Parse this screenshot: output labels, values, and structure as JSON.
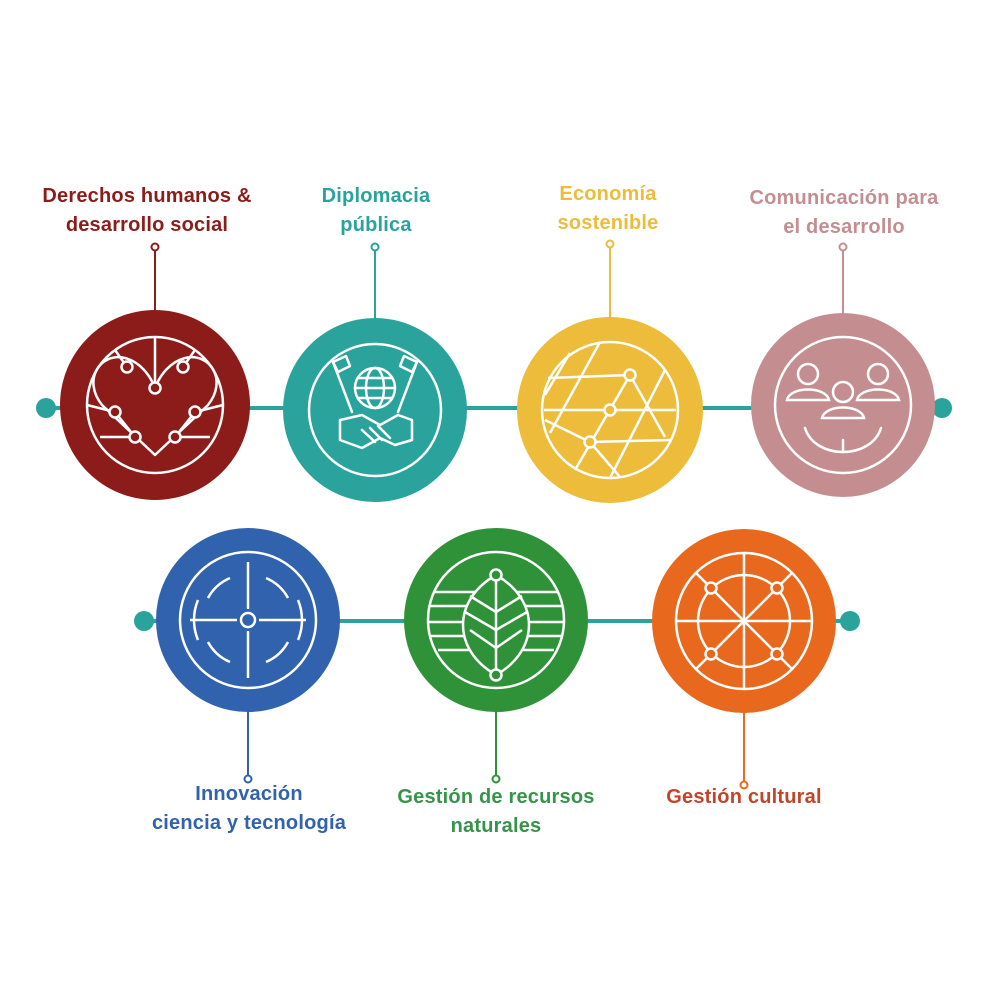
{
  "colors": {
    "connector": "#2aa39c",
    "icon_stroke": "#ffffff"
  },
  "nodes": [
    {
      "id": "derechos-humanos",
      "label_lines": [
        "Derechos humanos &",
        "desarrollo social"
      ],
      "color": "#8c1c1a",
      "label_color": "#8c1c1a",
      "icon": "heart-circuit-icon"
    },
    {
      "id": "diplomacia-publica",
      "label_lines": [
        "Diplomacia",
        "pública"
      ],
      "color": "#2aa39c",
      "label_color": "#2aa39c",
      "icon": "handshake-globe-icon"
    },
    {
      "id": "economia-sostenible",
      "label_lines": [
        "Economía",
        "sostenible"
      ],
      "color": "#ecbc3a",
      "label_color": "#ecbc3a",
      "icon": "network-lines-icon"
    },
    {
      "id": "comunicacion-desarrollo",
      "label_lines": [
        "Comunicación para",
        "el desarrollo"
      ],
      "color": "#c48e91",
      "label_color": "#c48e91",
      "icon": "people-smile-icon"
    },
    {
      "id": "innovacion",
      "label_lines": [
        "Innovación",
        "ciencia y tecnología"
      ],
      "color": "#3162ae",
      "label_color": "#3162ae",
      "icon": "crosshair-target-icon"
    },
    {
      "id": "recursos-naturales",
      "label_lines": [
        "Gestión de recursos",
        "naturales"
      ],
      "color": "#2f9238",
      "label_color": "#36944a",
      "icon": "leaf-icon"
    },
    {
      "id": "gestion-cultural",
      "label_lines": [
        "Gestión cultural"
      ],
      "color": "#e8691d",
      "label_color": "#c0452a",
      "icon": "wheel-icon"
    }
  ]
}
